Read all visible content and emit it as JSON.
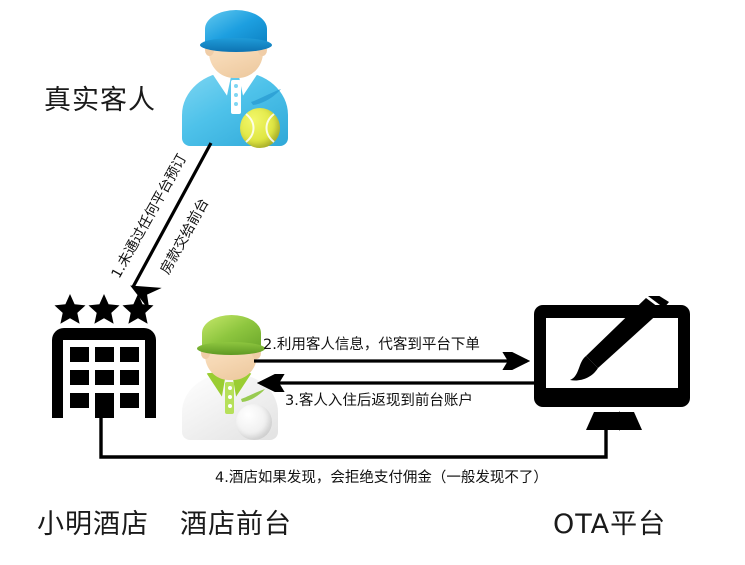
{
  "diagram": {
    "title_guest": "真实客人",
    "labels": {
      "step1_line1": "1.未通过任何平台预订",
      "step1_line2": "房款交给前台",
      "step2": "2.利用客人信息，代客到平台下单",
      "step3": "3.客人入住后返现到前台账户",
      "step4": "4.酒店如果发现，会拒绝支付佣金（一般发现不了）"
    },
    "bottom_labels": {
      "hotel": "小明酒店",
      "front_desk": "酒店前台",
      "ota": "OTA平台"
    },
    "icons": {
      "guest": "guest-person-icon",
      "hotel": "hotel-building-icon",
      "front_desk": "front-desk-person-icon",
      "ota": "monitor-paintbrush-icon",
      "star": "star-icon",
      "arrow": "arrow-icon"
    },
    "colors": {
      "guest_cap": "#1a9fe0",
      "guest_shirt": "#5ec8ee",
      "guest_ball": "#e3e84a",
      "desk_cap": "#8ec63f",
      "desk_shirt": "#f4f4f4",
      "desk_collar": "#9acd32",
      "line": "#000000",
      "text": "#111111",
      "background": "#ffffff"
    },
    "hotel_stars": 3,
    "hotel_windows": 8
  }
}
